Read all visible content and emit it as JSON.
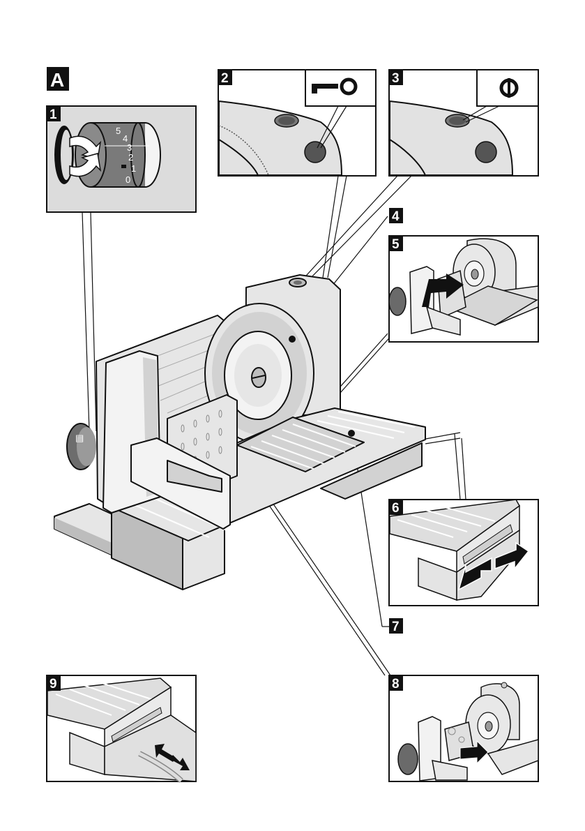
{
  "figure": {
    "label": "A",
    "callouts": [
      {
        "id": "1",
        "label": "1",
        "part": "thickness-dial"
      },
      {
        "id": "2",
        "label": "2",
        "part": "safety-lock-button"
      },
      {
        "id": "3",
        "label": "3",
        "part": "on-off-switch"
      },
      {
        "id": "4",
        "label": "4",
        "part": "blade"
      },
      {
        "id": "5",
        "label": "5",
        "part": "food-carriage-in-use"
      },
      {
        "id": "6",
        "label": "6",
        "part": "carriage-latch"
      },
      {
        "id": "7",
        "label": "7",
        "part": "carriage"
      },
      {
        "id": "8",
        "label": "8",
        "part": "food-pusher"
      },
      {
        "id": "9",
        "label": "9",
        "part": "cord-storage"
      }
    ],
    "dial_scale": [
      "5",
      "4",
      "3",
      "2",
      "1",
      "0"
    ],
    "symbols": {
      "lock": "key-icon",
      "power": "power-switch-icon"
    },
    "colors": {
      "outline": "#111111",
      "label_bg": "#111111",
      "label_text": "#ffffff",
      "body_light": "#e6e6e6",
      "body_mid": "#bdbdbd",
      "dial_dark": "#6d6d6d"
    }
  }
}
